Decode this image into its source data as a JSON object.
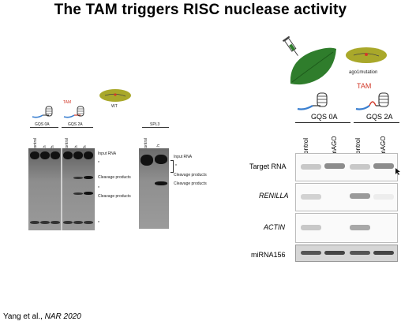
{
  "slide": {
    "title": "The TAM triggers RISC nuclease activity",
    "citation_authors": "Yang et al., ",
    "citation_journal": "NAR 2020"
  },
  "left_figure": {
    "tam_label": "TAM",
    "wt_label": "WT",
    "gel1": {
      "group_labels": [
        "GQS 0A",
        "GQS 2A"
      ],
      "lanes": [
        "control",
        "1h",
        "2h",
        "control",
        "1h",
        "2h"
      ]
    },
    "gel2": {
      "group_label": "SPL3",
      "lanes": [
        "control",
        "1 h"
      ]
    },
    "annotations": {
      "input_rna": "Input RNA",
      "cleavage_1": "Cleavage products",
      "cleavage_2": "Cleavage products",
      "input_rna_2": "Input RNA",
      "cleavage_3": "Cleavage products",
      "cleavage_4": "Cleavage products",
      "star": "*"
    }
  },
  "right_figure": {
    "mutation_label": "ago1mutation",
    "tam_label": "TAM",
    "groups": [
      "GQS 0A",
      "GQS 2A"
    ],
    "lanes": [
      "control",
      "mAGO",
      "control",
      "mAGO"
    ],
    "rows": [
      {
        "label": "Target RNA",
        "italic": false
      },
      {
        "label": "RENILLA",
        "italic": true
      },
      {
        "label": "ACTIN",
        "italic": true
      },
      {
        "label": "miRNA156",
        "italic": false
      }
    ]
  },
  "colors": {
    "leaf_green": "#2f7d2c",
    "ellipse_olive": "#a9a82a",
    "tam_red": "#d23a2a",
    "hairpin_blue": "#3a7fd0"
  }
}
